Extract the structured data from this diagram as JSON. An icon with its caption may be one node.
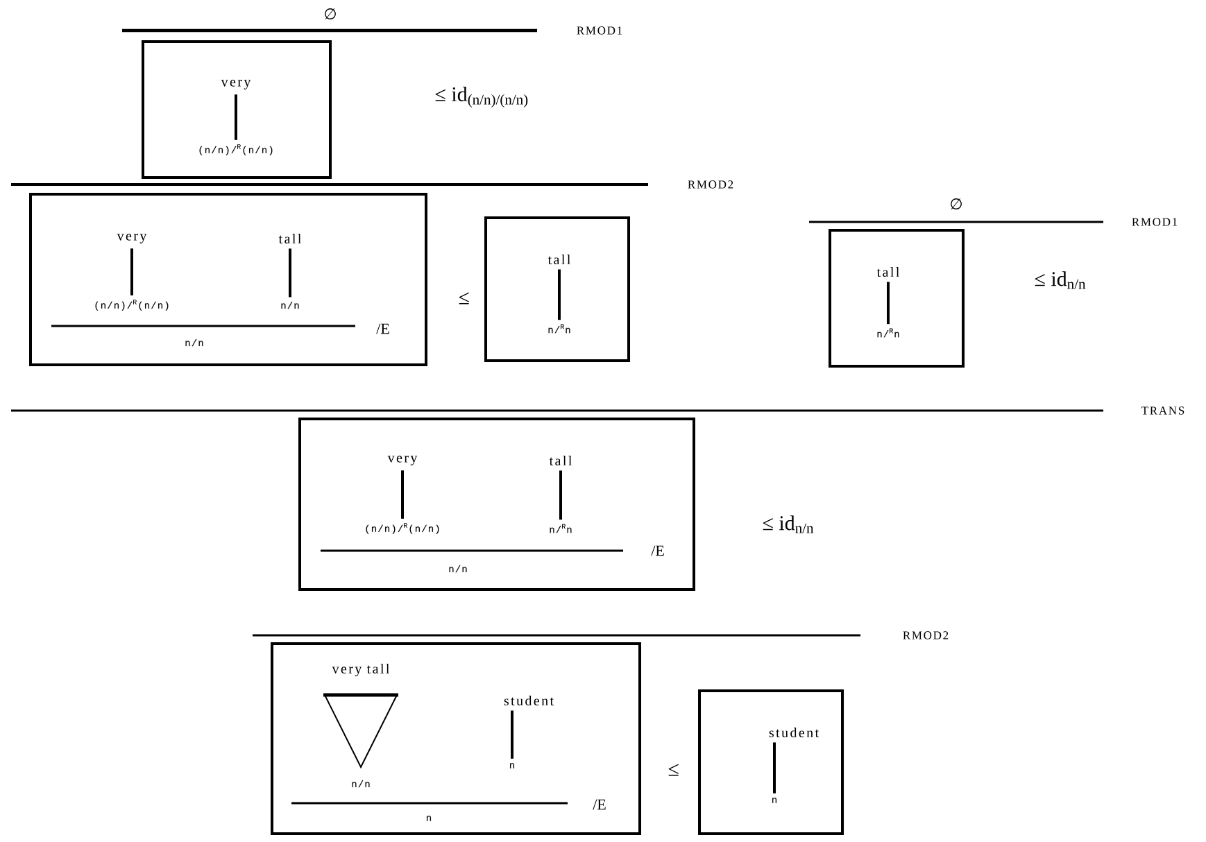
{
  "diagram": {
    "nodes": [
      {
        "text": [],
        "shape": "box"
      },
      {
        "text": [
          "very"
        ],
        "in": 0
      },
      {
        "text": [
          "(n/n)/$^{R}$(n/n)"
        ],
        "in": 0
      },
      {
        "text": [],
        "shape": "box"
      },
      {
        "text": [
          "very"
        ],
        "in": 3
      },
      {
        "text": [
          "(n/n)/$^{R}$(n/n)"
        ],
        "in": 3
      },
      {
        "text": [
          "tall"
        ],
        "in": 3
      },
      {
        "text": [
          "n/n"
        ],
        "in": 3
      },
      {
        "text": [],
        "shape": "box"
      },
      {
        "text": [
          "tall"
        ],
        "in": 8
      },
      {
        "text": [
          "n/$^{R}$n"
        ],
        "in": 8
      },
      {
        "text": [],
        "shape": "box"
      },
      {
        "text": [
          "tall"
        ],
        "in": 11
      },
      {
        "text": [
          "n/$^{R}$n"
        ],
        "in": 11
      },
      {
        "text": [],
        "shape": "box"
      },
      {
        "text": [
          "very"
        ],
        "in": 14
      },
      {
        "text": [
          "(n/n)/$^{R}$(n/n)"
        ],
        "in": 14
      },
      {
        "text": [
          "tall"
        ],
        "in": 14
      },
      {
        "text": [
          "n/$^{R}$n"
        ],
        "in": 14
      },
      {
        "text": [],
        "shape": "box"
      },
      {
        "text": [
          "very tall",
          "n/n"
        ],
        "in": 19
      },
      {
        "text": [
          "student"
        ],
        "in": 19
      },
      {
        "text": [
          "n"
        ],
        "in": 19
      },
      {
        "text": [],
        "shape": "box"
      },
      {
        "text": [
          "student"
        ],
        "in": 23
      },
      {
        "text": [
          "n"
        ],
        "in": 23
      }
    ],
    "edges": [
      {
        "from": 1,
        "to": 2,
        "arrow": "none"
      },
      {
        "from": 4,
        "to": 5,
        "arrow": "none"
      },
      {
        "from": 6,
        "to": 7,
        "arrow": "none"
      },
      {
        "from": 9,
        "to": 10,
        "arrow": "none"
      },
      {
        "from": 12,
        "to": 13,
        "arrow": "none"
      },
      {
        "from": 15,
        "to": 16,
        "arrow": "none"
      },
      {
        "from": 17,
        "to": 18,
        "arrow": "none"
      },
      {
        "from": 21,
        "to": 22,
        "arrow": "none"
      },
      {
        "from": 24,
        "to": 25,
        "arrow": "none"
      }
    ],
    "labels": [
      "∅",
      "RMOD1",
      "≤ id$_{(n/n)/(n/n)}$",
      "RMOD2",
      "n/n",
      "/E",
      "≤",
      "∅",
      "RMOD1",
      "≤ id$_{n/n}$",
      "TRANS",
      "n/n",
      "/E",
      "≤ id$_{n/n}$",
      "RMOD2",
      "n",
      "/E",
      "≤"
    ]
  }
}
